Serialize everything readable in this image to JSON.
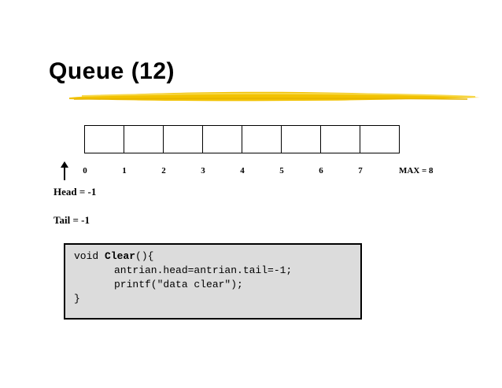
{
  "slide": {
    "title": "Queue (12)",
    "underline_color": "#f2c200"
  },
  "queue": {
    "cells": 8,
    "indices": [
      "0",
      "1",
      "2",
      "3",
      "4",
      "5",
      "6",
      "7"
    ],
    "max_label": "MAX = 8"
  },
  "pointers": {
    "head": "Head = -1",
    "tail": "Tail = -1"
  },
  "code": {
    "line1_pre": "void ",
    "line1_fn": "Clear",
    "line1_post": "(){",
    "line2": "antrian.head=antrian.tail=-1;",
    "line3": "printf(\"data clear\");",
    "line4": "}"
  }
}
